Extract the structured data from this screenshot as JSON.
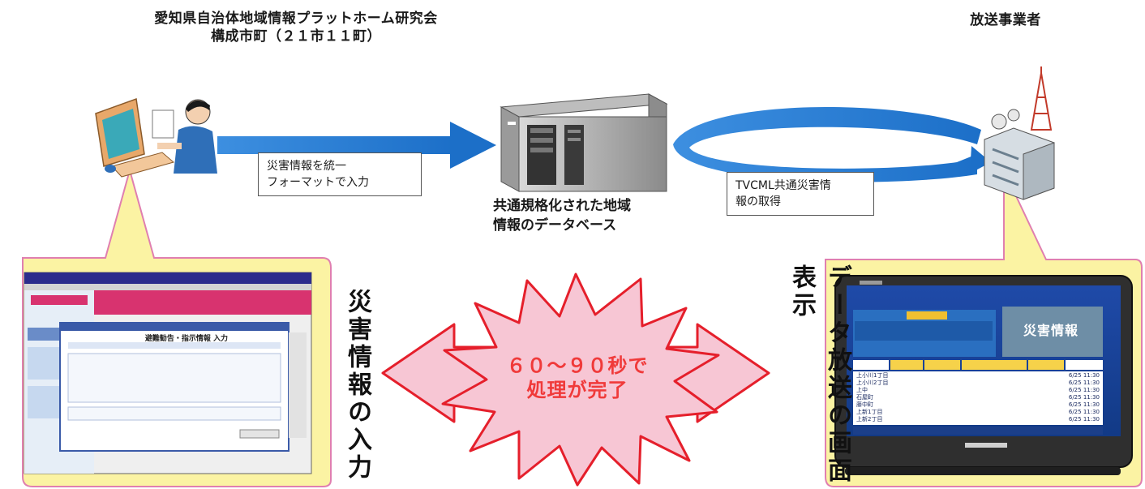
{
  "header": {
    "org_line1": "愛知県自治体地域情報プラットホーム研究会",
    "org_line2": "構成市町（２１市１１町）",
    "broadcaster": "放送事業者"
  },
  "labels": {
    "input_box_line1": "災害情報を統一",
    "input_box_line2": "フォーマットで入力",
    "db_line1": "共通規格化された地域",
    "db_line2": "情報のデータベース",
    "fetch_box_line1": "TVCML共通災害情",
    "fetch_box_line2": "報の取得"
  },
  "left_vertical": "災害情報の入力",
  "right_vertical": "データ放送の画面表示",
  "burst": {
    "line1": "６０～９０秒で",
    "line2": "処理が完了"
  },
  "form_window": {
    "title": "避難勧告・指示情報 入力"
  },
  "tv_screen": {
    "banner": "災害情報",
    "list_rows": [
      "上小川1丁目",
      "上小川2丁目",
      "上中",
      "石屋町",
      "藤中町",
      "上新1丁目",
      "上新2丁目"
    ],
    "times": [
      "6/25 11:30",
      "6/25 11:30",
      "6/25 11:30",
      "6/25 11:30",
      "6/25 11:30",
      "6/25 11:30",
      "6/25 11:30"
    ]
  },
  "colors": {
    "arrow_blue": "#2a7fd4",
    "bubble_fill": "#fbf3a3",
    "bubble_border": "#e07fb0",
    "burst_fill": "#f7c6d4",
    "burst_stroke": "#e51f2b",
    "burst_text": "#f03a3a"
  }
}
